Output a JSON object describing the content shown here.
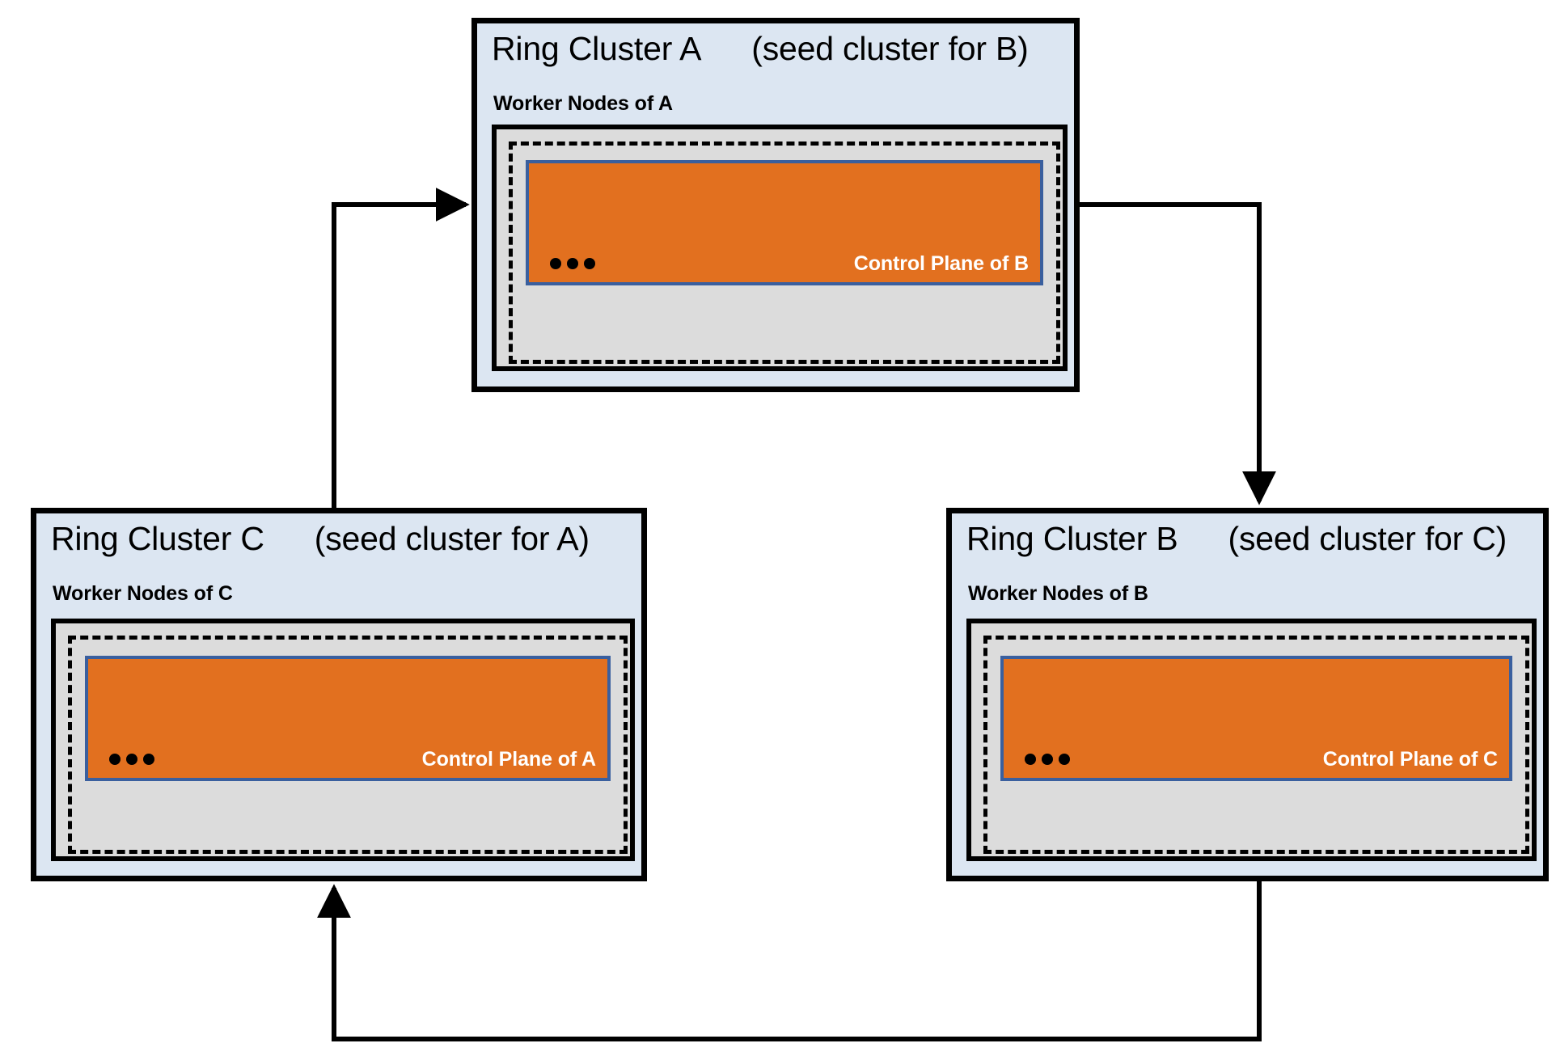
{
  "diagram": {
    "title_visible": false,
    "clusters": [
      {
        "id": "a",
        "name": "Ring Cluster A",
        "seed_note": "(seed cluster for B)",
        "worker_label": "Worker Nodes of A",
        "control_plane_label": "Control Plane of B",
        "ellipsis": "•••"
      },
      {
        "id": "c",
        "name": "Ring Cluster C",
        "seed_note": "(seed cluster for A)",
        "worker_label": "Worker Nodes of C",
        "control_plane_label": "Control Plane of A",
        "ellipsis": "•••"
      },
      {
        "id": "b",
        "name": "Ring Cluster B",
        "seed_note": "(seed cluster for C)",
        "worker_label": "Worker Nodes of B",
        "control_plane_label": "Control Plane of C",
        "ellipsis": "•••"
      }
    ],
    "arrows": [
      {
        "id": "c-to-a",
        "from": "Ring Cluster C",
        "to": "Ring Cluster A",
        "label": ""
      },
      {
        "id": "a-to-b",
        "from": "Ring Cluster A",
        "to": "Ring Cluster B",
        "label": ""
      },
      {
        "id": "b-to-c",
        "from": "Ring Cluster B",
        "to": "Ring Cluster C",
        "label": ""
      }
    ],
    "colors": {
      "cluster_background": "#dce6f2",
      "worker_background": "#dcdcdc",
      "control_plane_fill": "#e2701f",
      "control_plane_border": "#3a5f9e",
      "outline": "#000000",
      "control_plane_text": "#ffffff",
      "page_background": "#ffffff"
    }
  }
}
